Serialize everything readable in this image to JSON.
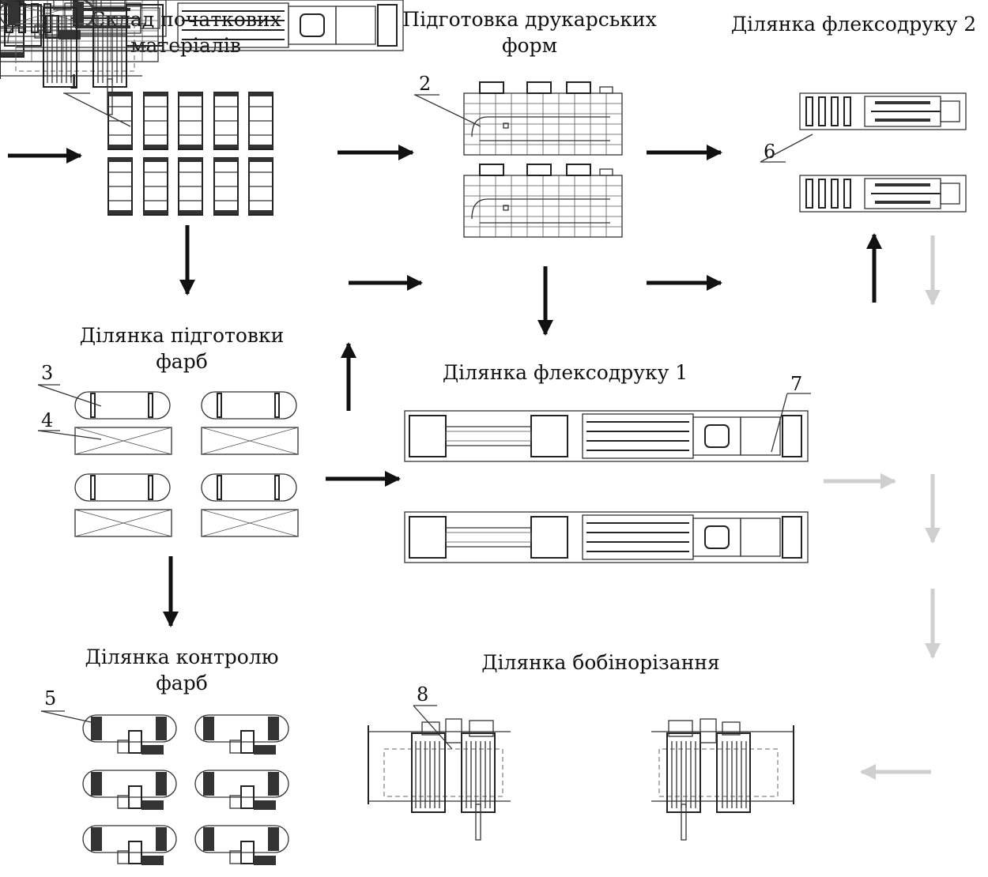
{
  "sections": {
    "warehouse": "Склад початкових\nматеріалів",
    "plate_prep": "Підготовка друкарських\nформ",
    "flexo2": "Ділянка флексодруку 2",
    "ink_prep": "Ділянка підготовки\nфарб",
    "flexo1": "Ділянка флексодруку 1",
    "ink_control": "Ділянка контролю\nфарб",
    "slitting": "Ділянка бобінорізання"
  },
  "numbers": [
    "1",
    "2",
    "3",
    "4",
    "5",
    "6",
    "7",
    "8"
  ],
  "colors": {
    "active_arrow": "#111111",
    "inactive_arrow": "#cfcfcf"
  }
}
